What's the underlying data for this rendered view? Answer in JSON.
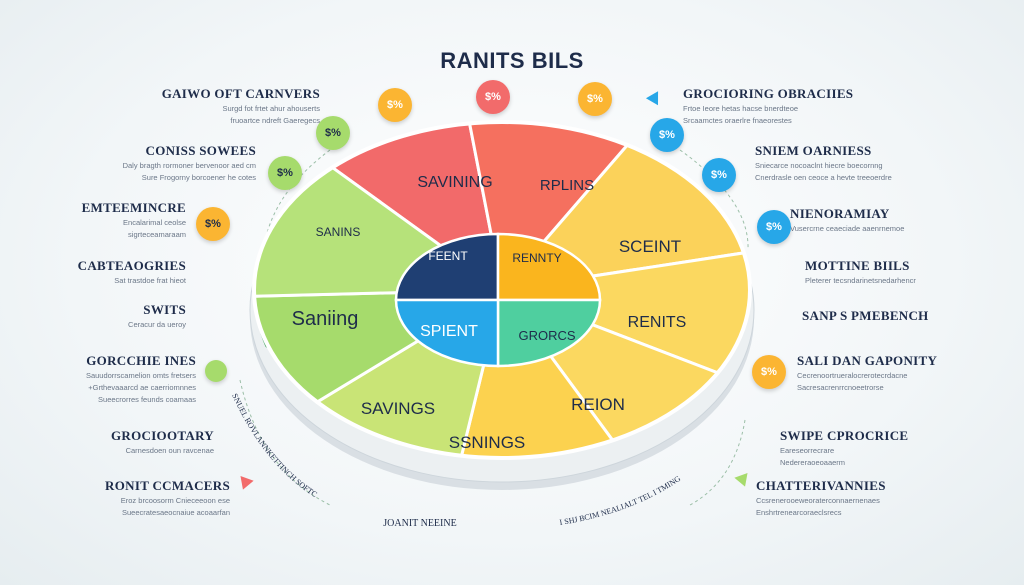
{
  "title": "RANITS BILS",
  "wheel": {
    "outer_slices": [
      {
        "label": "SAVINING",
        "color": "#f26b6b"
      },
      {
        "label": "RPLINS",
        "color": "#f5705f"
      },
      {
        "label": "SCEINT",
        "color": "#fbd25a"
      },
      {
        "label": "RENITS",
        "color": "#fbd860"
      },
      {
        "label": "REION",
        "color": "#fbd860"
      },
      {
        "label": "SSNINGS",
        "color": "#fcd24f"
      },
      {
        "label": "SAVINGS",
        "color": "#c9e476"
      },
      {
        "label": "Saniing",
        "color": "#a6db6c"
      },
      {
        "label": "SANINS",
        "color": "#b6e27a"
      }
    ],
    "inner_slices": [
      {
        "label": "FEENT",
        "color": "#1f3f73"
      },
      {
        "label": "RENNTY",
        "color": "#fab51e"
      },
      {
        "label": "GRORCS",
        "color": "#4fcf9f"
      },
      {
        "label": "SPIENT",
        "color": "#27a7e8"
      }
    ],
    "bottom_text_left": "SNUEL ROVLANNKETTINCH SOFTC",
    "bottom_text_mid": "JOANIT NEEINE",
    "bottom_text_right": "I SHJ BCIM NEALIALT TEL I TMING"
  },
  "left_labels": [
    {
      "heading": "GAIWO OFT CARNVERS",
      "lines": [
        "Surgd fot frtet ahur ahouserts",
        "fruoartce ndreft Gaeregecs"
      ]
    },
    {
      "heading": "CONISS SOWEES",
      "lines": [
        "Daly bragth rormoner bervenoor aed cm",
        "Sure Frogorny borcoener he cotes"
      ]
    },
    {
      "heading": "EMTEEMINCRE",
      "lines": [
        "Encalarimal ceolse",
        "sigrteceamaraam"
      ]
    },
    {
      "heading": "CABTEAOGRIES",
      "lines": [
        "Sat trastdoe frat hieot"
      ]
    },
    {
      "heading": "SWITS",
      "lines": [
        "Ceracur da ueroy"
      ]
    },
    {
      "heading": "GORCCHIE INES",
      "lines": [
        "Sauudorrscamelion omts fretsers",
        "+Grthevaaarcd ae caerriomnnes",
        "Sueecrorres feunds coamaas"
      ]
    },
    {
      "heading": "GROCIOOTARY",
      "lines": [
        "Carnesdoen oun ravcenae"
      ]
    },
    {
      "heading": "RONIT CCMACERS",
      "lines": [
        "Eroz brcoosorm Cnieceeoon ese",
        "Sueecratesaeocnaiue acoaarfan"
      ]
    }
  ],
  "right_labels": [
    {
      "heading": "GROCIORING OBRACIIES",
      "lines": [
        "Frtoe Ieore hetas hacse bnerdteoe",
        "Srcaamctes oraerlre fnaeorestes"
      ]
    },
    {
      "heading": "SNIEM OARNIESS",
      "lines": [
        "Sniecarce nocoaclnt hiecre boecornng",
        "Cnerdrasle oen ceoce a hevte treeoerdre"
      ]
    },
    {
      "heading": "NIENORAMIAY",
      "lines": [
        "Vusercrne ceaeciade aaenrnemoe"
      ]
    },
    {
      "heading": "MOTTINE BIILS",
      "lines": [
        "Pleterer tecsndarinetsnedarhencr"
      ]
    },
    {
      "heading": "SANP S PMEBENCH",
      "lines": []
    },
    {
      "heading": "SALI DAN GAPONITY",
      "lines": [
        "Cecrenoortrueralocrerotecrdacne",
        "Sacresacrenrrcnoeetrorse"
      ]
    },
    {
      "heading": "SWIPE CPROCRICE",
      "lines": [
        "Eareseorrecrare",
        "Nedereraoeoaaerm"
      ]
    },
    {
      "heading": "CHATTERIVANNIES",
      "lines": [
        "Ccsrenerooeweoraterconnaernenaes",
        "Enshrtrenearcoraeclsrecs"
      ]
    }
  ],
  "bubbles": [
    {
      "text": "$%",
      "color": "#fbb532",
      "text_color": "#ffffff"
    },
    {
      "text": "$%",
      "color": "#f26b6b",
      "text_color": "#ffffff"
    },
    {
      "text": "$%",
      "color": "#fbb532",
      "text_color": "#ffffff"
    },
    {
      "text": "$%",
      "color": "#a6db6c",
      "text_color": "#1e2c4a"
    },
    {
      "text": "$%",
      "color": "#a6db6c",
      "text_color": "#1e2c4a"
    },
    {
      "text": "$%",
      "color": "#fbb532",
      "text_color": "#1e2c4a"
    },
    {
      "text": "$%",
      "color": "#27a7e8",
      "text_color": "#ffffff"
    },
    {
      "text": "$%",
      "color": "#27a7e8",
      "text_color": "#ffffff"
    },
    {
      "text": "$%",
      "color": "#27a7e8",
      "text_color": "#ffffff"
    },
    {
      "text": "$%",
      "color": "#fbb532",
      "text_color": "#ffffff"
    },
    {
      "text": "",
      "color": "#a6db6c",
      "text_color": "#1e2c4a"
    }
  ],
  "colors": {
    "navy": "#1e2c4a",
    "red": "#f26b6b",
    "yellow": "#fbd25a",
    "green": "#a6db6c",
    "blue": "#27a7e8",
    "gray_text": "#6b7788"
  }
}
